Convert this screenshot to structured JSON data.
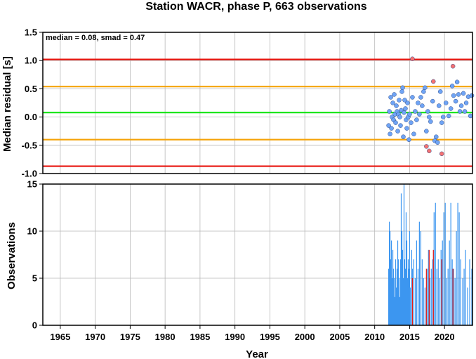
{
  "chart_data": {
    "title": "Station WACR, phase P, 663 observations",
    "xlabel": "Year",
    "x_ticks": [
      "1965",
      "1970",
      "1975",
      "1980",
      "1985",
      "1990",
      "1995",
      "2000",
      "2005",
      "2010",
      "2015",
      "2020"
    ],
    "xlim": [
      1962.5,
      2024
    ],
    "grid": true,
    "panels": [
      {
        "type": "scatter",
        "ylabel": "Median residual [s]",
        "ylim": [
          -1.0,
          1.5
        ],
        "y_ticks": [
          "1.5",
          "1.0",
          "0.5",
          "0.0",
          "-0.5",
          "-1.0"
        ],
        "annotation": "median = 0.08, smad = 0.47",
        "reference_lines": [
          {
            "y": 1.02,
            "color": "#e8140e"
          },
          {
            "y": 0.54,
            "color": "#f5a40c"
          },
          {
            "y": 0.08,
            "color": "#12e412"
          },
          {
            "y": -0.4,
            "color": "#f5a40c"
          },
          {
            "y": -0.87,
            "color": "#e8140e"
          }
        ],
        "series": [
          {
            "marker_color": "#6fa4f5",
            "points": [
              [
                2012.0,
                -0.15
              ],
              [
                2012.1,
                0.1
              ],
              [
                2012.2,
                -0.3
              ],
              [
                2012.3,
                0.35
              ],
              [
                2012.4,
                -0.2
              ],
              [
                2012.5,
                0.0
              ],
              [
                2012.6,
                0.25
              ],
              [
                2012.7,
                -0.05
              ],
              [
                2012.8,
                0.4
              ],
              [
                2012.9,
                0.05
              ],
              [
                2013.0,
                -0.1
              ],
              [
                2013.1,
                0.2
              ],
              [
                2013.2,
                0.1
              ],
              [
                2013.3,
                -0.25
              ],
              [
                2013.4,
                0.05
              ],
              [
                2013.5,
                0.3
              ],
              [
                2013.6,
                0.0
              ],
              [
                2013.7,
                -0.15
              ],
              [
                2013.8,
                0.12
              ],
              [
                2013.9,
                0.45
              ],
              [
                2014.0,
                0.52
              ],
              [
                2014.1,
                -0.35
              ],
              [
                2014.2,
                0.08
              ],
              [
                2014.3,
                0.3
              ],
              [
                2014.4,
                0.15
              ],
              [
                2014.5,
                -0.05
              ],
              [
                2014.6,
                -0.2
              ],
              [
                2014.7,
                0.25
              ],
              [
                2014.8,
                0.0
              ],
              [
                2014.9,
                -0.4
              ],
              [
                2015.0,
                0.05
              ],
              [
                2015.2,
                -0.1
              ],
              [
                2015.4,
                0.35
              ],
              [
                2015.6,
                -0.3
              ],
              [
                2015.8,
                0.1
              ],
              [
                2016.0,
                -0.05
              ],
              [
                2016.2,
                0.25
              ],
              [
                2016.4,
                0.05
              ],
              [
                2016.6,
                0.35
              ],
              [
                2016.8,
                0.2
              ],
              [
                2017.0,
                0.45
              ],
              [
                2017.2,
                0.52
              ],
              [
                2017.4,
                -0.25
              ],
              [
                2017.6,
                0.1
              ],
              [
                2017.8,
                0.0
              ],
              [
                2018.0,
                -0.08
              ],
              [
                2018.3,
                0.28
              ],
              [
                2018.6,
                -0.42
              ],
              [
                2018.8,
                -0.35
              ],
              [
                2019.0,
                -0.45
              ],
              [
                2019.2,
                0.2
              ],
              [
                2019.4,
                0.45
              ],
              [
                2019.6,
                -0.1
              ],
              [
                2019.8,
                0.0
              ],
              [
                2020.2,
                0.25
              ],
              [
                2020.6,
                0.02
              ],
              [
                2020.9,
                0.15
              ],
              [
                2021.1,
                0.55
              ],
              [
                2021.3,
                0.38
              ],
              [
                2021.6,
                0.28
              ],
              [
                2021.8,
                0.62
              ],
              [
                2022.0,
                0.4
              ],
              [
                2022.2,
                0.1
              ],
              [
                2022.4,
                0.2
              ],
              [
                2022.7,
                0.42
              ],
              [
                2022.9,
                0.1
              ],
              [
                2023.1,
                0.25
              ],
              [
                2023.4,
                0.36
              ],
              [
                2023.7,
                0.02
              ],
              [
                2023.9,
                0.38
              ]
            ]
          },
          {
            "marker_color": "#f47272",
            "points": [
              [
                2015.4,
                1.03
              ],
              [
                2017.4,
                -0.52
              ],
              [
                2017.8,
                -0.6
              ],
              [
                2018.4,
                0.63
              ],
              [
                2019.6,
                -0.65
              ],
              [
                2021.2,
                0.9
              ]
            ]
          }
        ]
      },
      {
        "type": "bar",
        "ylabel": "Observations",
        "ylim": [
          0,
          15
        ],
        "y_ticks": [
          "15",
          "10",
          "5",
          "0"
        ],
        "series": [
          {
            "color": "#3c96f0",
            "points": [
              [
                2012.0,
                6
              ],
              [
                2012.1,
                11
              ],
              [
                2012.2,
                10
              ],
              [
                2012.3,
                7
              ],
              [
                2012.4,
                9
              ],
              [
                2012.5,
                5
              ],
              [
                2012.6,
                8
              ],
              [
                2012.7,
                6
              ],
              [
                2012.8,
                5
              ],
              [
                2012.9,
                3
              ],
              [
                2013.0,
                7
              ],
              [
                2013.1,
                4
              ],
              [
                2013.2,
                6
              ],
              [
                2013.3,
                9
              ],
              [
                2013.4,
                7
              ],
              [
                2013.5,
                5
              ],
              [
                2013.6,
                3
              ],
              [
                2013.7,
                7
              ],
              [
                2013.8,
                14
              ],
              [
                2013.9,
                10
              ],
              [
                2014.0,
                8
              ],
              [
                2014.1,
                5
              ],
              [
                2014.2,
                15
              ],
              [
                2014.3,
                7
              ],
              [
                2014.4,
                6
              ],
              [
                2014.5,
                12
              ],
              [
                2014.6,
                9
              ],
              [
                2014.7,
                5
              ],
              [
                2014.8,
                7
              ],
              [
                2014.9,
                6
              ],
              [
                2015.0,
                10
              ],
              [
                2015.1,
                4
              ],
              [
                2015.3,
                8
              ],
              [
                2015.4,
                6
              ],
              [
                2015.6,
                7
              ],
              [
                2015.8,
                5
              ],
              [
                2016.0,
                9
              ],
              [
                2016.2,
                6
              ],
              [
                2016.4,
                11
              ],
              [
                2016.6,
                10
              ],
              [
                2016.8,
                7
              ],
              [
                2017.0,
                5
              ],
              [
                2017.2,
                4
              ],
              [
                2017.5,
                6
              ],
              [
                2017.7,
                8
              ],
              [
                2017.9,
                5
              ],
              [
                2018.1,
                6
              ],
              [
                2018.3,
                7
              ],
              [
                2018.5,
                12
              ],
              [
                2018.7,
                13
              ],
              [
                2018.9,
                6
              ],
              [
                2019.1,
                7
              ],
              [
                2019.3,
                5
              ],
              [
                2019.5,
                8
              ],
              [
                2019.7,
                9
              ],
              [
                2019.9,
                12
              ],
              [
                2020.1,
                13
              ],
              [
                2020.3,
                5
              ],
              [
                2020.5,
                6
              ],
              [
                2020.7,
                9
              ],
              [
                2020.9,
                13
              ],
              [
                2021.1,
                7
              ],
              [
                2021.3,
                6
              ],
              [
                2021.5,
                5
              ],
              [
                2021.7,
                10
              ],
              [
                2021.9,
                13
              ],
              [
                2022.1,
                12
              ],
              [
                2022.3,
                7
              ],
              [
                2022.6,
                5
              ],
              [
                2022.8,
                6
              ],
              [
                2023.0,
                8
              ],
              [
                2023.3,
                4
              ],
              [
                2023.6,
                7
              ],
              [
                2023.9,
                6
              ]
            ]
          },
          {
            "color": "#e8140e",
            "points": [
              [
                2015.4,
                5
              ],
              [
                2017.4,
                6
              ],
              [
                2017.8,
                8
              ],
              [
                2018.4,
                8
              ],
              [
                2019.6,
                7
              ],
              [
                2021.2,
                6
              ]
            ]
          }
        ]
      }
    ]
  }
}
